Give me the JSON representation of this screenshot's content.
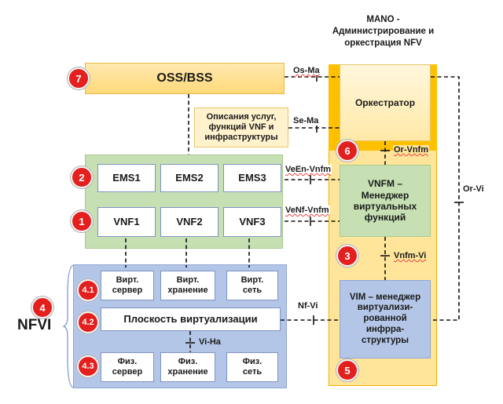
{
  "mano": {
    "title_lines": [
      "MANO -",
      "Администрирование и",
      "оркестрация NFV"
    ]
  },
  "oss": {
    "label": "OSS/BSS",
    "badge": "7"
  },
  "descriptions": {
    "lines": [
      "Описания услуг,",
      "функций VNF и",
      "инфраструктуры"
    ]
  },
  "orchestrator": {
    "label": "Оркестратор"
  },
  "vnfm": {
    "lines": [
      "VNFM –",
      "Менеджер",
      "виртуальных",
      "функций"
    ],
    "badge": "6"
  },
  "vim": {
    "lines": [
      "VIM – менеджер",
      "виртуализи-",
      "рованной",
      "инфрра-",
      "структуры"
    ],
    "badge": "3",
    "badge_bottom": "5"
  },
  "ems": {
    "badge": "2",
    "items": [
      "EMS1",
      "EMS2",
      "EMS3"
    ]
  },
  "vnf": {
    "badge": "1",
    "items": [
      "VNF1",
      "VNF2",
      "VNF3"
    ]
  },
  "nfvi": {
    "label": "NFVI",
    "badge": "4",
    "virtual": {
      "badge": "4.1",
      "items": [
        [
          "Вирт.",
          "сервер"
        ],
        [
          "Вирт.",
          "хранение"
        ],
        [
          "Вирт.",
          "сеть"
        ]
      ]
    },
    "virtualization": {
      "badge": "4.2",
      "label": "Плоскость виртуализации"
    },
    "physical": {
      "badge": "4.3",
      "items": [
        [
          "Физ.",
          "сервер"
        ],
        [
          "Физ.",
          "хранение"
        ],
        [
          "Физ.",
          "сеть"
        ]
      ]
    }
  },
  "interfaces": {
    "os_ma": "Os-Ma",
    "se_ma": "Se-Ma",
    "or_vnfm": "Or-Vnfm",
    "veen_vnfm": "VeEn-Vnfm",
    "venf_vnfm": "VeNf-Vnfm",
    "or_vi": "Or-Vi",
    "vnfm_vi": "Vnfm-Vi",
    "nf_vi": "Nf-Vi",
    "vi_ha": "Vi-Ha"
  },
  "colors": {
    "mano_bg": "#ffe59a",
    "mano_border": "#f2b000",
    "green_panel": "#c6e0b4",
    "blue_panel": "#b4c6e7",
    "badge_red": "#e4201f"
  }
}
